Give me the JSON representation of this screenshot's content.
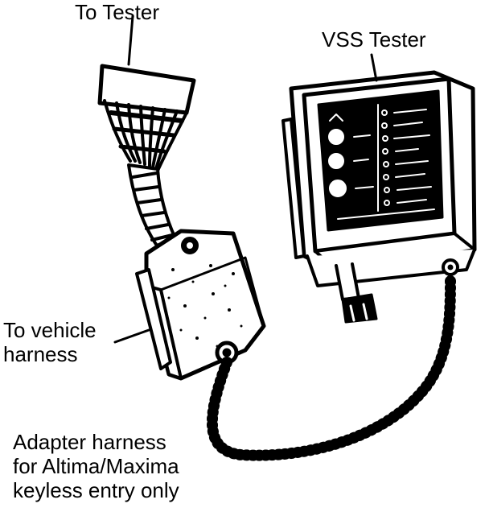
{
  "labels": {
    "to_tester": "To Tester",
    "vss_tester": "VSS Tester",
    "to_vehicle_harness": [
      "To vehicle",
      "harness"
    ],
    "adapter_harness": [
      "Adapter harness",
      "for Altima/Maxima",
      "keyless entry only"
    ]
  },
  "colors": {
    "ink": "#000000",
    "paper": "#ffffff"
  }
}
